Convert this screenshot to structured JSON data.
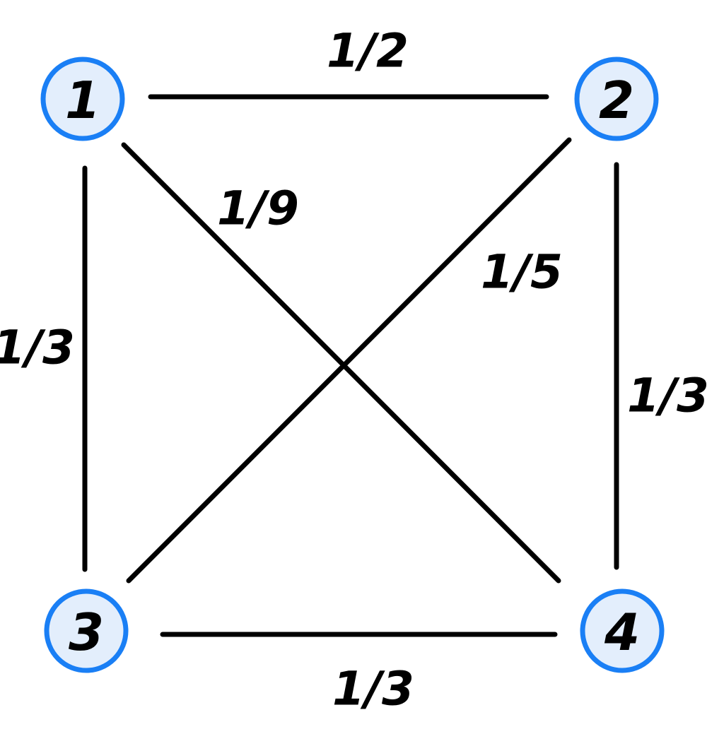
{
  "nodes": [
    {
      "id": "1",
      "label": "1"
    },
    {
      "id": "2",
      "label": "2"
    },
    {
      "id": "3",
      "label": "3"
    },
    {
      "id": "4",
      "label": "4"
    }
  ],
  "edges": [
    {
      "from": "1",
      "to": "2",
      "weight": "1/2"
    },
    {
      "from": "1",
      "to": "3",
      "weight": "1/3"
    },
    {
      "from": "2",
      "to": "4",
      "weight": "1/3"
    },
    {
      "from": "3",
      "to": "4",
      "weight": "1/3"
    },
    {
      "from": "1",
      "to": "4",
      "weight": "1/9"
    },
    {
      "from": "2",
      "to": "3",
      "weight": "1/5"
    }
  ],
  "colors": {
    "node_stroke": "#1a7ff5",
    "node_fill": "#e3eefc",
    "edge": "#000000"
  }
}
